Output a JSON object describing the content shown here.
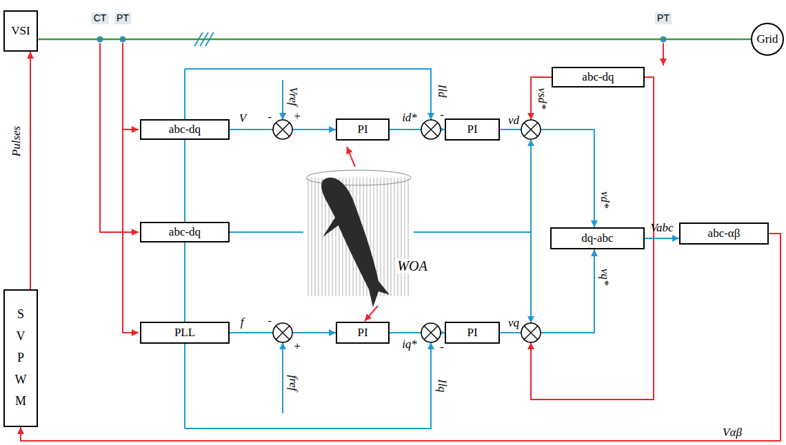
{
  "diagram": {
    "nodes": [
      {
        "text": [
          "VSI"
        ]
      },
      {
        "text": [
          "Grid"
        ]
      },
      {
        "text": [
          "abc-dq"
        ]
      },
      {
        "text": [
          "abc-dq"
        ]
      },
      {
        "text": [
          "PI"
        ]
      },
      {
        "text": [
          "PI"
        ]
      },
      {
        "text": [
          "abc-dq"
        ]
      },
      {
        "text": [
          "dq-abc"
        ]
      },
      {
        "text": [
          "abc-αβ"
        ]
      },
      {
        "text": [
          "PLL"
        ]
      },
      {
        "text": [
          "PI"
        ]
      },
      {
        "text": [
          "PI"
        ]
      },
      {
        "text": [
          "SVPWM"
        ]
      }
    ],
    "edges": [
      {
        "from": 0,
        "to": 1,
        "arrow": "none"
      },
      {
        "from": 12,
        "to": 0,
        "label": "Pulses",
        "arrow": "to"
      },
      {
        "from": 3,
        "to": 4,
        "label": "V",
        "arrow": "to"
      },
      {
        "from": 4,
        "to": 5,
        "label": "id*",
        "arrow": "to"
      },
      {
        "from": 5,
        "to": 7,
        "label": "vd",
        "arrow": "to"
      },
      {
        "from": 9,
        "to": 10,
        "label": "f",
        "arrow": "to"
      },
      {
        "from": 10,
        "to": 11,
        "label": "iq*",
        "arrow": "to"
      },
      {
        "from": 11,
        "to": 7,
        "label": "vq",
        "arrow": "to"
      },
      {
        "from": 7,
        "to": 8,
        "label": "Vabc",
        "arrow": "to"
      },
      {
        "from": 8,
        "to": 12,
        "label": "Vαβ",
        "arrow": "to"
      }
    ],
    "labels": [
      "CT",
      "PT",
      "PT",
      "Vref",
      "+",
      "-",
      "Ild",
      "-",
      "vsd*",
      "-",
      "fref",
      "+",
      "Ilq",
      "-",
      "vd*",
      "vq*",
      "WOA"
    ]
  }
}
